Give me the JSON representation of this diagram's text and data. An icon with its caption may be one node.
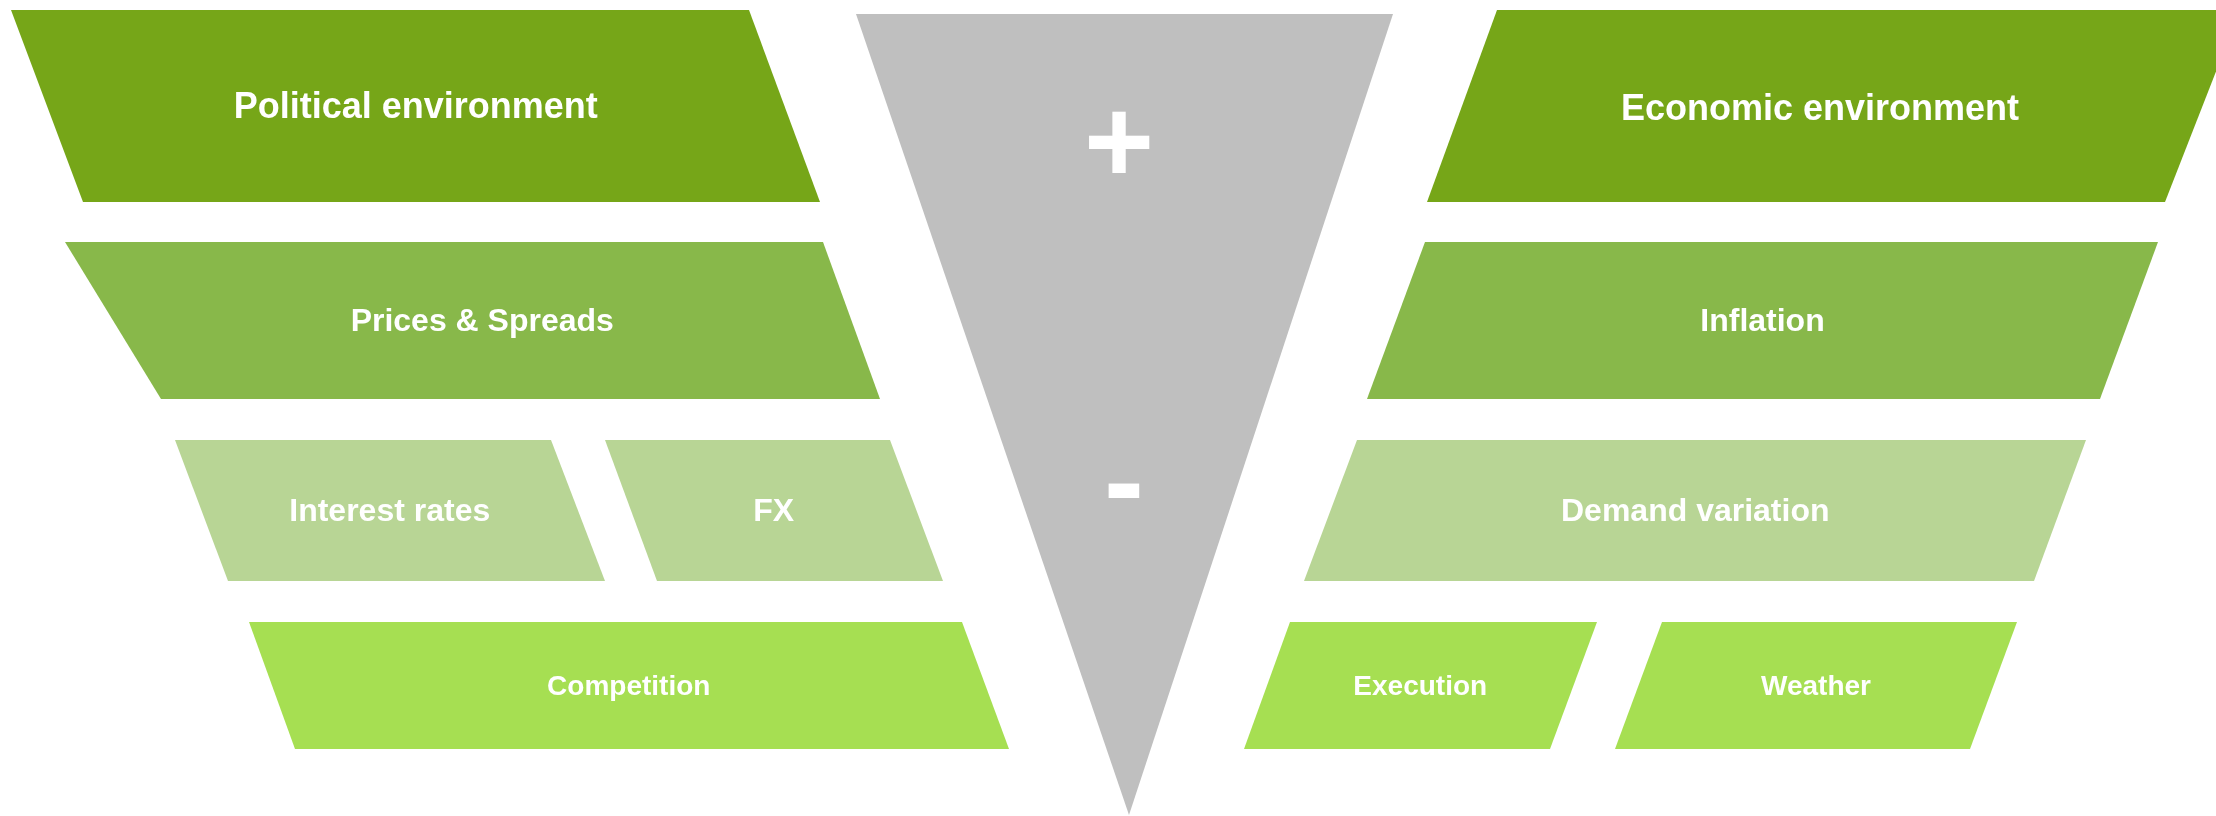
{
  "diagram": {
    "nodes": [
      {
        "text": [
          "Political environment"
        ]
      },
      {
        "text": [
          "Prices & Spreads"
        ]
      },
      {
        "text": [
          "Interest rates"
        ]
      },
      {
        "text": [
          "FX"
        ]
      },
      {
        "text": [
          "Competition"
        ]
      },
      {
        "text": [
          "+",
          "-"
        ]
      },
      {
        "text": [
          "Economic environment"
        ]
      },
      {
        "text": [
          "Inflation"
        ]
      },
      {
        "text": [
          "Demand variation"
        ]
      },
      {
        "text": [
          "Execution"
        ]
      },
      {
        "text": [
          "Weather"
        ]
      }
    ]
  }
}
